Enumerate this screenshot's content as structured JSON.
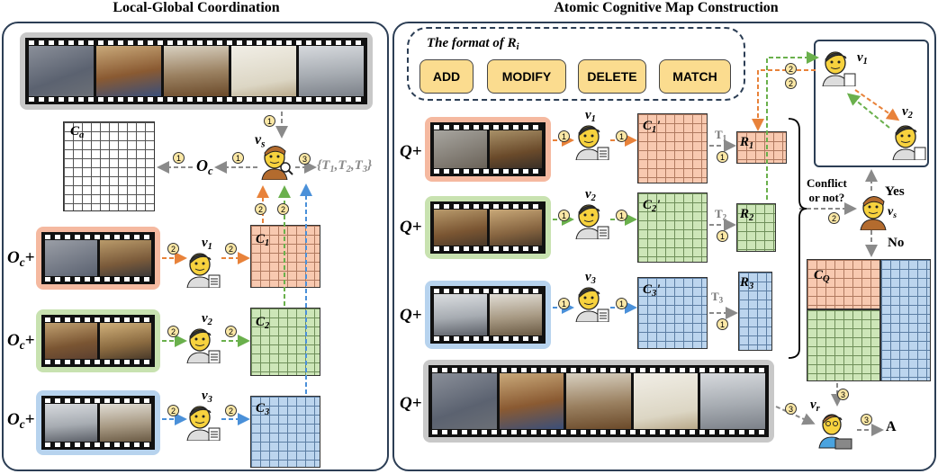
{
  "left_title": "Local-Global Coordination",
  "right_title": "Atomic Cognitive Map Construction",
  "left": {
    "ca_label": "C",
    "ca_sub": "a",
    "oc_label": "O",
    "oc_sub": "c",
    "vs_label": "v",
    "vs_sub": "s",
    "t_set": "{T",
    "t_set_rest": ",T",
    "t_set_end": "}",
    "t_sub1": "1",
    "t_sub2": "2",
    "t_sub3": "3",
    "rows": [
      {
        "prefix": "O",
        "prefix_sub": "c",
        "plus": "+",
        "agent": "v",
        "agent_sub": "1",
        "map": "C",
        "map_sub": "1"
      },
      {
        "prefix": "O",
        "prefix_sub": "c",
        "plus": "+",
        "agent": "v",
        "agent_sub": "2",
        "map": "C",
        "map_sub": "2"
      },
      {
        "prefix": "O",
        "prefix_sub": "c",
        "plus": "+",
        "agent": "v",
        "agent_sub": "3",
        "map": "C",
        "map_sub": "3"
      }
    ]
  },
  "right": {
    "format_title": "The format of R",
    "format_sub": "i",
    "buttons": [
      "ADD",
      "MODIFY",
      "DELETE",
      "MATCH"
    ],
    "rows": [
      {
        "q": "Q+",
        "agent": "v",
        "agent_sub": "1",
        "map": "C",
        "map_sub": "1",
        "prime": "'",
        "t": "T",
        "t_sub": "1",
        "r": "R",
        "r_sub": "1"
      },
      {
        "q": "Q+",
        "agent": "v",
        "agent_sub": "2",
        "map": "C",
        "map_sub": "2",
        "prime": "'",
        "t": "T",
        "t_sub": "2",
        "r": "R",
        "r_sub": "2"
      },
      {
        "q": "Q+",
        "agent": "v",
        "agent_sub": "3",
        "map": "C",
        "map_sub": "3",
        "prime": "'",
        "t": "T",
        "t_sub": "3",
        "r": "R",
        "r_sub": "3"
      }
    ],
    "q4": "Q+",
    "conflict": "Conflict\nor not?",
    "conflict_l1": "Conflict",
    "conflict_l2": "or not?",
    "yes": "Yes",
    "no": "No",
    "vs_label": "v",
    "vs_sub": "s",
    "cq_label": "C",
    "cq_sub": "Q",
    "v1_label": "v",
    "v1_sub": "1",
    "v2_label": "v",
    "v2_sub": "2",
    "vr_label": "v",
    "vr_sub": "r",
    "answer": "A"
  },
  "steps": {
    "one": "1",
    "two": "2",
    "three": "3"
  },
  "colors": {
    "orange": "#e8823a",
    "green": "#6ab04c",
    "blue": "#4a90d9",
    "gray": "#8a8a8a",
    "border": "#2c3e55",
    "button": "#fbdc8f"
  }
}
